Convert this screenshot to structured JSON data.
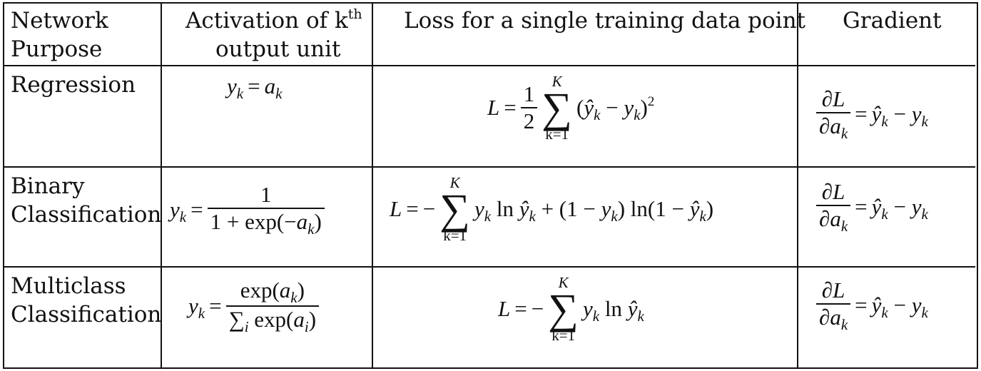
{
  "header": {
    "network_purpose_line1": "Network",
    "network_purpose_line2": "Purpose",
    "activation_line1": "Activation of k",
    "activation_sup": "th",
    "activation_line2": "output unit",
    "loss": "Loss for a single training data point",
    "gradient": "Gradient"
  },
  "rows": [
    {
      "purpose_line1": "Regression",
      "purpose_line2": "",
      "activation": "y_k = a_k",
      "loss": "L = 1/2 Σ_{k=1}^{K} (ŷ_k − y_k)^2",
      "gradient": "∂L/∂a_k = ŷ_k − y_k"
    },
    {
      "purpose_line1": "Binary",
      "purpose_line2": "Classification",
      "activation": "y_k = 1 / (1 + exp(−a_k))",
      "loss": "L = − Σ_{k=1}^{K} y_k ln ŷ_k + (1 − y_k) ln(1 − ŷ_k)",
      "gradient": "∂L/∂a_k = ŷ_k − y_k"
    },
    {
      "purpose_line1": "Multiclass",
      "purpose_line2": "Classification",
      "activation": "y_k = exp(a_k) / Σ_i exp(a_i)",
      "loss": "L = − Σ_{k=1}^{K} y_k ln ŷ_k",
      "gradient": "∂L/∂a_k = ŷ_k − y_k"
    }
  ],
  "symbols": {
    "y": "y",
    "a": "a",
    "k": "k",
    "i": "i",
    "L": "L",
    "K": "K",
    "one": "1",
    "two": "2",
    "half_num": "1",
    "half_den": "2",
    "k_eq_1": "k=1",
    "eq": "=",
    "minus": "−",
    "plus": "+",
    "partial": "∂",
    "sigma": "∑",
    "sq": "2",
    "ln": "ln",
    "exp": "exp",
    "yhat": "ŷ",
    "one_minus_y_open": "(1 − ",
    "close": ")",
    "lnopen": "ln(1 − ",
    "open": "(",
    "exp_open": "exp(",
    "neg_a": "−"
  }
}
